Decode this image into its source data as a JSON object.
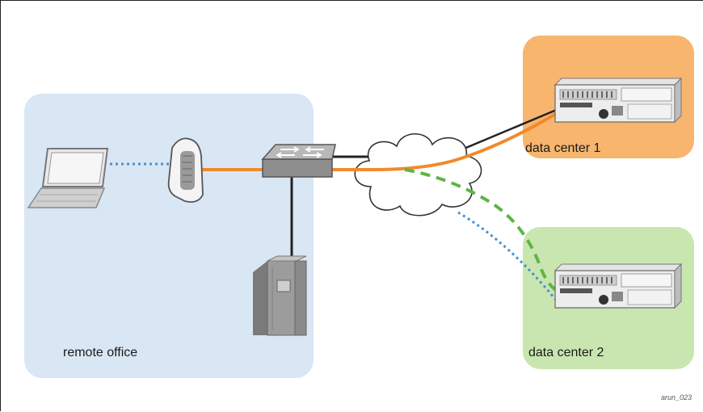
{
  "zones": {
    "remote_office": {
      "label": "remote office",
      "color": "#d9e6f4"
    },
    "data_center_1": {
      "label": "data center 1",
      "color": "#f7b56e"
    },
    "data_center_2": {
      "label": "data center 2",
      "color": "#c9e6b0"
    }
  },
  "links": {
    "primary_tunnel_color": "#f08a2a",
    "backup_tunnel_color": "#5cb545",
    "wireless_color": "#4a90d0",
    "wired_color": "#222222"
  },
  "credit": "arun_023"
}
